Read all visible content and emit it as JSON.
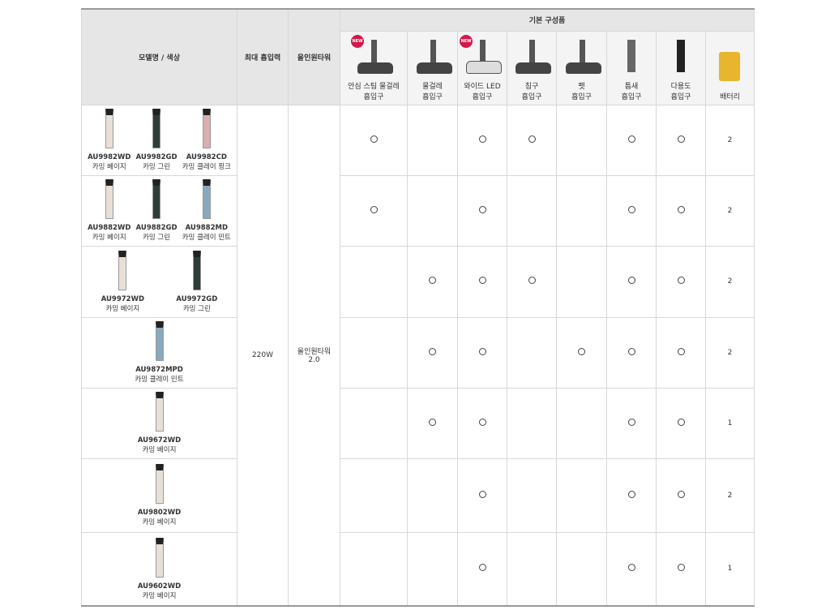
{
  "header": {
    "model_color": "모델명 / 색상",
    "max_suction": "최대 흡입력",
    "allinone": "올인원타워",
    "basic_components": "기본 구성품"
  },
  "components": [
    {
      "label1": "안심 스팀 물걸레",
      "label2": "흡입구",
      "new": "NEW",
      "icon": "steam-mop-nozzle"
    },
    {
      "label1": "물걸레",
      "label2": "흡입구",
      "icon": "mop-nozzle"
    },
    {
      "label1": "와이드 LED",
      "label2": "흡입구",
      "new": "NEW",
      "icon": "wide-led-nozzle"
    },
    {
      "label1": "침구",
      "label2": "흡입구",
      "icon": "bedding-nozzle"
    },
    {
      "label1": "펫",
      "label2": "흡입구",
      "icon": "pet-nozzle"
    },
    {
      "label1": "틈새",
      "label2": "흡입구",
      "icon": "crevice-nozzle"
    },
    {
      "label1": "다용도",
      "label2": "흡입구",
      "icon": "multi-nozzle"
    },
    {
      "label1": "배터리",
      "label2": "",
      "icon": "battery"
    }
  ],
  "shared": {
    "max_suction": "220W",
    "allinone_1": "올인원타워",
    "allinone_2": "2.0"
  },
  "rows": [
    {
      "models": [
        {
          "code": "AU9982WD",
          "color": "카밍 베이지",
          "hex": "#e8e0d8"
        },
        {
          "code": "AU9982GD",
          "color": "카밍 그린",
          "hex": "#2f3d38"
        },
        {
          "code": "AU9982CD",
          "color": "카밍 클레이 핑크",
          "hex": "#d9b0b0"
        }
      ],
      "marks": [
        "○",
        "",
        "○",
        "○",
        "",
        "○",
        "○",
        "2"
      ]
    },
    {
      "models": [
        {
          "code": "AU9882WD",
          "color": "카밍 베이지",
          "hex": "#e8e0d8"
        },
        {
          "code": "AU9882GD",
          "color": "카밍 그린",
          "hex": "#2f3d38"
        },
        {
          "code": "AU9882MD",
          "color": "카밍 클레이 민트",
          "hex": "#8aa9bf"
        }
      ],
      "marks": [
        "○",
        "",
        "○",
        "",
        "",
        "○",
        "○",
        "2"
      ]
    },
    {
      "models": [
        {
          "code": "AU9972WD",
          "color": "카밍 베이지",
          "hex": "#e8e0d8"
        },
        {
          "code": "AU9972GD",
          "color": "카밍 그린",
          "hex": "#2f3d38"
        }
      ],
      "marks": [
        "",
        "○",
        "○",
        "○",
        "",
        "○",
        "○",
        "2"
      ]
    },
    {
      "models": [
        {
          "code": "AU9872MPD",
          "color": "카밍 클레이 민트",
          "hex": "#8aa9bf"
        }
      ],
      "marks": [
        "",
        "○",
        "○",
        "",
        "○",
        "○",
        "○",
        "2"
      ]
    },
    {
      "models": [
        {
          "code": "AU9672WD",
          "color": "카밍 베이지",
          "hex": "#e8e0d8"
        }
      ],
      "marks": [
        "",
        "○",
        "○",
        "",
        "",
        "○",
        "○",
        "1"
      ]
    },
    {
      "models": [
        {
          "code": "AU9802WD",
          "color": "카밍 베이지",
          "hex": "#e8e0d8"
        }
      ],
      "marks": [
        "",
        "",
        "○",
        "",
        "",
        "○",
        "○",
        "2"
      ]
    },
    {
      "models": [
        {
          "code": "AU9602WD",
          "color": "카밍 베이지",
          "hex": "#e8e0d8"
        }
      ],
      "marks": [
        "",
        "",
        "○",
        "",
        "",
        "○",
        "○",
        "1"
      ]
    }
  ]
}
